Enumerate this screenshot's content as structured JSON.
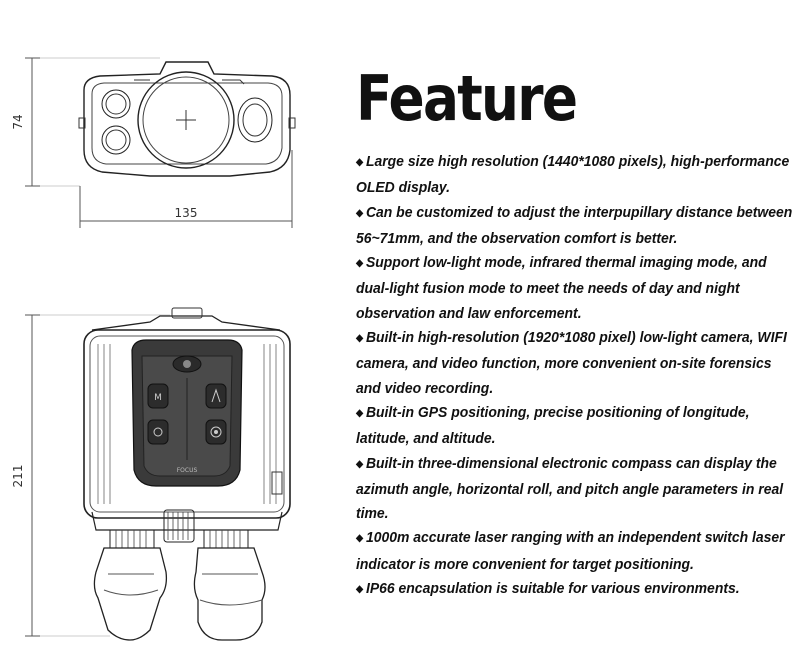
{
  "heading": "Feature",
  "bullet_glyph": "◆",
  "dimensions": {
    "height_top": "74",
    "width_top": "135",
    "height_front": "211"
  },
  "features": [
    "Large size high resolution (1440*1080 pixels), high-performance OLED display.",
    "Can be customized to adjust the interpupillary distance between 56~71mm, and the observation comfort is better.",
    "Support low-light mode, infrared thermal imaging mode, and dual-light fusion mode to meet the needs of day and night observation and law enforcement.",
    "Built-in high-resolution (1920*1080 pixel) low-light camera, WIFI camera, and video function, more convenient on-site forensics and video recording.",
    "Built-in GPS positioning, precise positioning of longitude, latitude, and altitude.",
    "Built-in three-dimensional electronic compass can display the azimuth angle, horizontal roll, and pitch angle parameters in real time.",
    "1000m accurate laser ranging with an independent switch laser indicator is more convenient for target positioning.",
    "IP66 encapsulation is suitable for various environments."
  ],
  "device_labels": {
    "mode_button": "M",
    "brand_text": "FOCUS"
  }
}
